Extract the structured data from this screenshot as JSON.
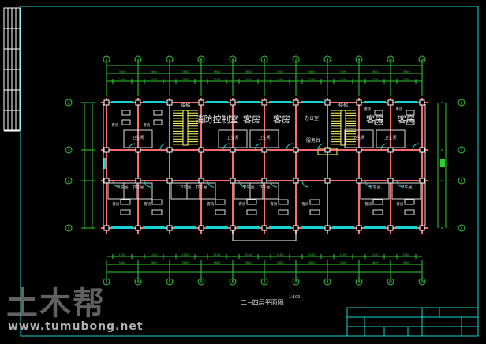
{
  "drawing": {
    "title": "二~四层平面图",
    "scale": "1:100",
    "colors": {
      "frame": "#19d3d3",
      "axis": "#33cc33",
      "wall": "#ff6a6a",
      "window": "#19d3d3",
      "text": "#e8e8e8",
      "stair": "#ffff66"
    },
    "column_axes": [
      "1",
      "2",
      "3",
      "4",
      "5",
      "6",
      "7",
      "8",
      "9",
      "10",
      "11"
    ],
    "row_axes": [
      "D",
      "C",
      "B",
      "A"
    ],
    "dimensions": {
      "overall": "3600",
      "segment": "2100",
      "side": "750"
    },
    "rooms_upper": [
      {
        "label": "消防控制室"
      },
      {
        "label": "客房"
      },
      {
        "label": "客房"
      },
      {
        "label": "办公室"
      },
      {
        "label": "客房"
      },
      {
        "label": "客房"
      }
    ],
    "service_desk": "服务台",
    "stairs": "楼梯",
    "bathroom": "卫生间",
    "guest_room": "客房"
  },
  "watermark": {
    "logo": "土木帮",
    "url": "www.tumubong.net"
  }
}
